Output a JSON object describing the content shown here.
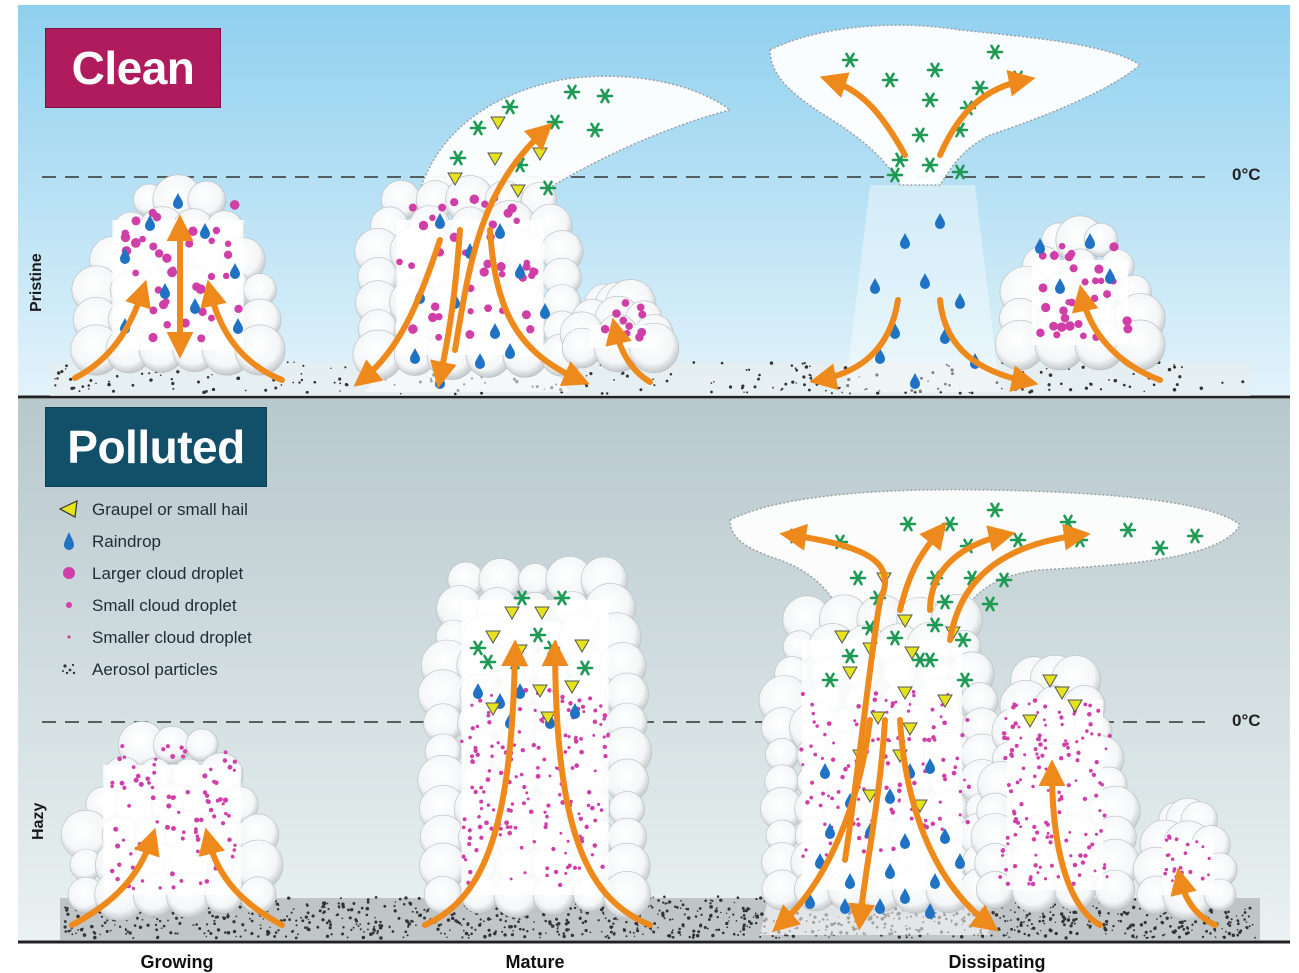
{
  "badges": {
    "clean": "Clean",
    "polluted": "Polluted"
  },
  "side_labels": {
    "top": "Pristine",
    "bottom": "Hazy"
  },
  "freezing_level": {
    "top": "0°C",
    "bottom": "0°C"
  },
  "stages": [
    "Growing",
    "Mature",
    "Dissipating"
  ],
  "legend": [
    {
      "symbol": "triangle-yellow",
      "label": "Graupel or small hail"
    },
    {
      "symbol": "drop-blue",
      "label": "Raindrop"
    },
    {
      "symbol": "dot-large-magenta",
      "label": "Larger cloud droplet"
    },
    {
      "symbol": "dot-small-magenta",
      "label": "Small cloud droplet"
    },
    {
      "symbol": "dot-tiny-magenta",
      "label": "Smaller cloud droplet"
    },
    {
      "symbol": "aerosol-specks",
      "label": "Aerosol particles"
    }
  ],
  "colors": {
    "clean_badge": "#b01b5e",
    "polluted_badge": "#12506a",
    "sky_top_upper": "#8fd0ef",
    "sky_top_lower": "#e3f3fa",
    "sky_bottom_upper": "#b8c8cd",
    "sky_bottom_lower": "#eaf2f2",
    "arrow": "#ee8a1c",
    "ice": "#1f9a55",
    "graupel": "#e6e21c",
    "raindrop": "#1f72c4",
    "droplet": "#d03fa8",
    "aerosol": "#333333"
  }
}
